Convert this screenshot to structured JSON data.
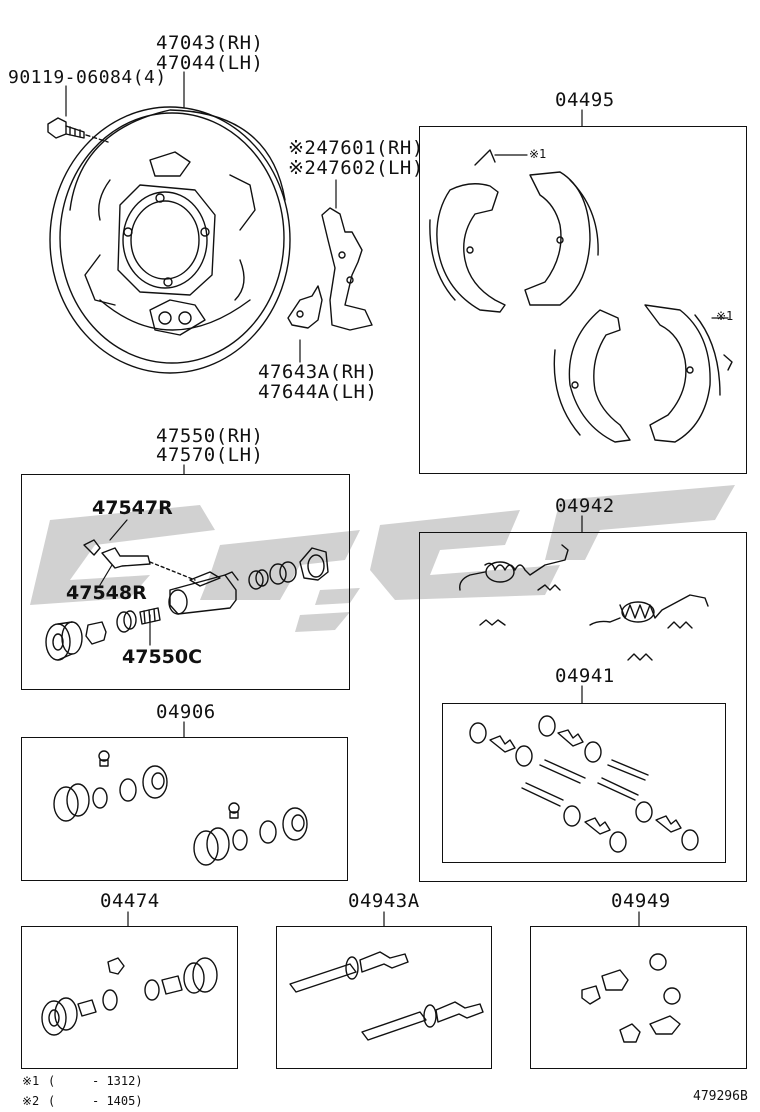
{
  "labels": {
    "backing_plate_rh": "47043(RH)",
    "backing_plate_lh": "47044(LH)",
    "bolt": "90119-06084(4)",
    "lever_rh": "※247601(RH)",
    "lever_lh": "※247602(LH)",
    "strut_rh": "47643A(RH)",
    "strut_lh": "47644A(LH)",
    "shoe_kit": "04495",
    "shoe_mark_1": "※1",
    "shoe_mark_2": "※1",
    "cylinder_rh": "47550(RH)",
    "cylinder_lh": "47570(LH)",
    "bleeder": "47547R",
    "bleeder_cap": "47548R",
    "cylinder_kit_part": "47550C",
    "kit_04942": "04942",
    "kit_04941": "04941",
    "kit_04906": "04906",
    "kit_04474": "04474",
    "kit_04943a": "04943A",
    "kit_04949": "04949",
    "footnote1_mark": "※1",
    "footnote1_paren": "(",
    "footnote1_range": "- 1312)",
    "footnote2_mark": "※2",
    "footnote2_paren": "(",
    "footnote2_range": "- 1405)",
    "diagram_code": "479296B"
  },
  "colors": {
    "line": "#111111",
    "watermark": "#c9c9c9"
  }
}
